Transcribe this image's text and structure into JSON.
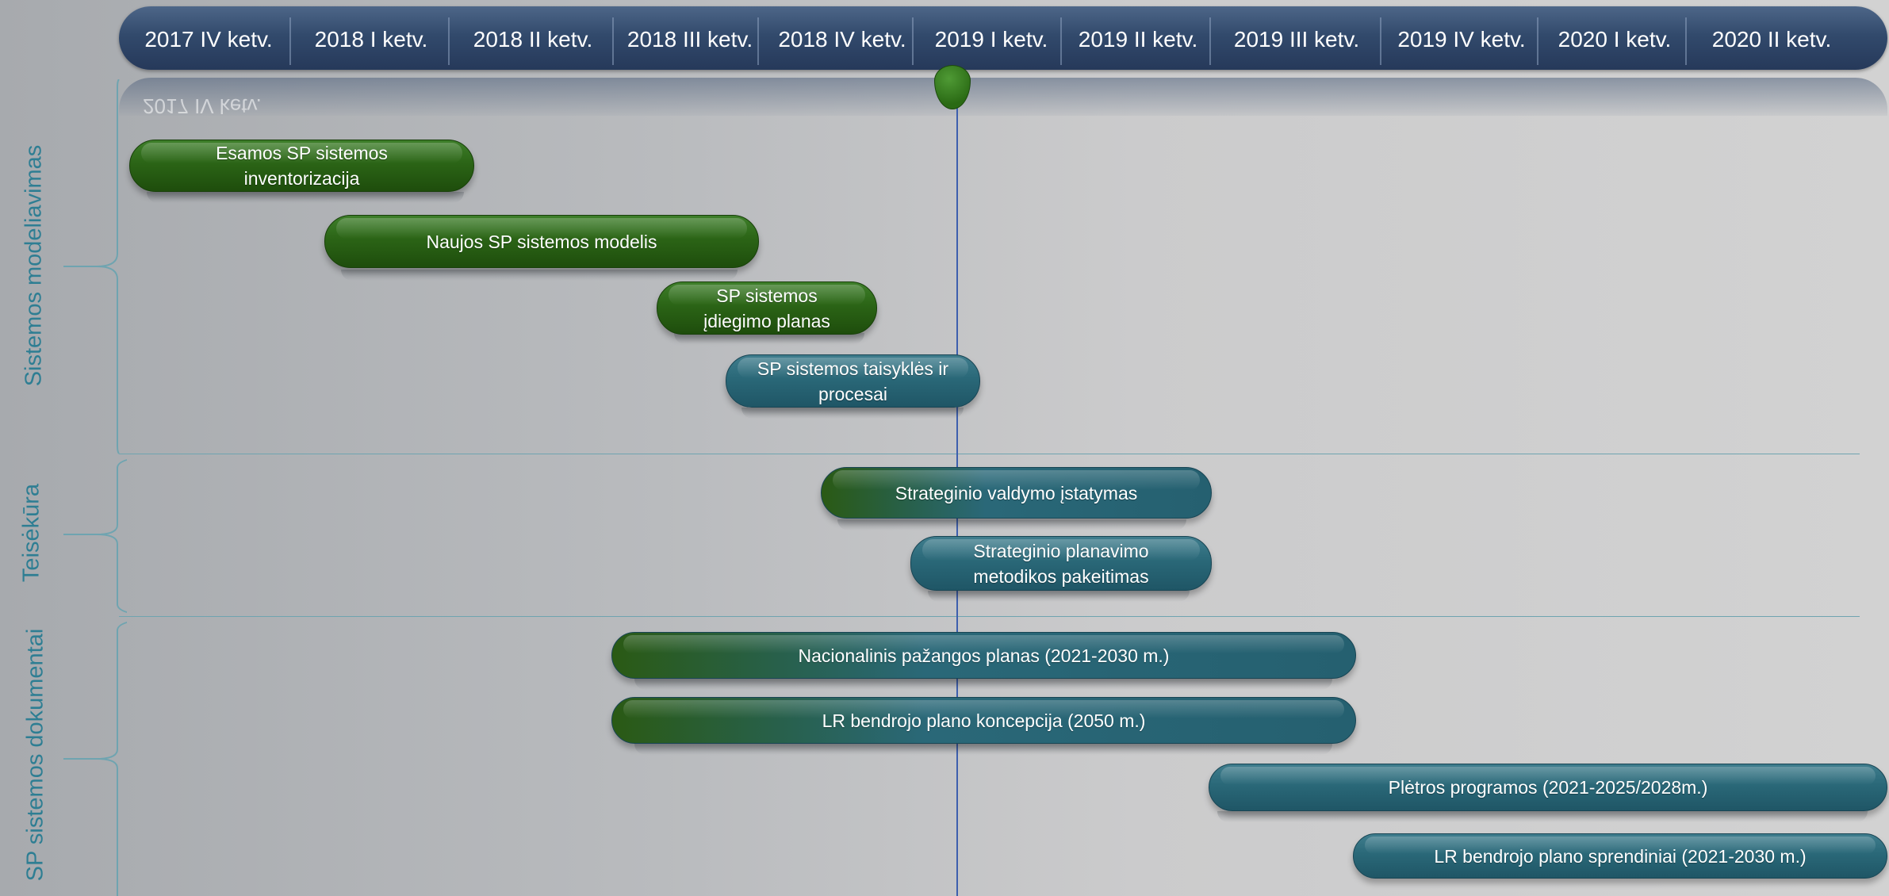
{
  "header": {
    "quarters": [
      "2017 IV ketv.",
      "2018 I ketv.",
      "2018 II ketv.",
      "2018 III ketv.",
      "2018 IV ketv.",
      "2019 I ketv.",
      "2019 II ketv.",
      "2019 III ketv.",
      "2019 IV ketv.",
      "2020 I ketv.",
      "2020 II ketv."
    ],
    "reflection_text": "2017 IV ketv."
  },
  "sections": [
    {
      "label": "Sistemos modeliavimas"
    },
    {
      "label": "Teisėkūra"
    },
    {
      "label": "SP sistemos dokumentai"
    }
  ],
  "tasks": [
    {
      "label": "Esamos SP sistemos inventorizacija"
    },
    {
      "label": "Naujos SP sistemos modelis"
    },
    {
      "label": "SP sistemos įdiegimo planas"
    },
    {
      "label": "SP sistemos taisyklės ir procesai"
    },
    {
      "label": "Strateginio valdymo įstatymas"
    },
    {
      "label": "Strateginio planavimo metodikos pakeitimas"
    },
    {
      "label": "Nacionalinis pažangos planas (2021-2030 m.)"
    },
    {
      "label": "LR bendrojo plano koncepcija (2050 m.)"
    },
    {
      "label": "Plėtros programos (2021-2025/2028m.)"
    },
    {
      "label": "LR bendrojo plano sprendiniai (2021-2030 m.)"
    }
  ],
  "colors": {
    "header": "#324a6c",
    "green_task": "#2b6416",
    "teal_task": "#2a6878",
    "today_line": "#3d5fae",
    "section_label": "#2e7e93"
  }
}
